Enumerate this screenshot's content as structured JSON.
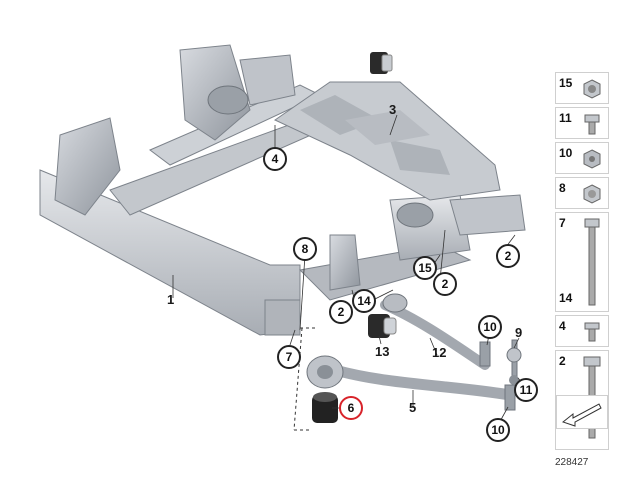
{
  "callouts_plain": [
    "1",
    "3",
    "5",
    "9",
    "12",
    "13"
  ],
  "callouts_circled": [
    "2",
    "2",
    "2",
    "2",
    "4",
    "6",
    "7",
    "8",
    "10",
    "10",
    "11",
    "14",
    "15"
  ],
  "legend": {
    "items": [
      "15",
      "11",
      "10",
      "8",
      "7",
      "14",
      "4",
      "2"
    ]
  },
  "doc_number": "228427",
  "colors": {
    "highlight": "#d8232a",
    "part": "#c9ccd1"
  }
}
